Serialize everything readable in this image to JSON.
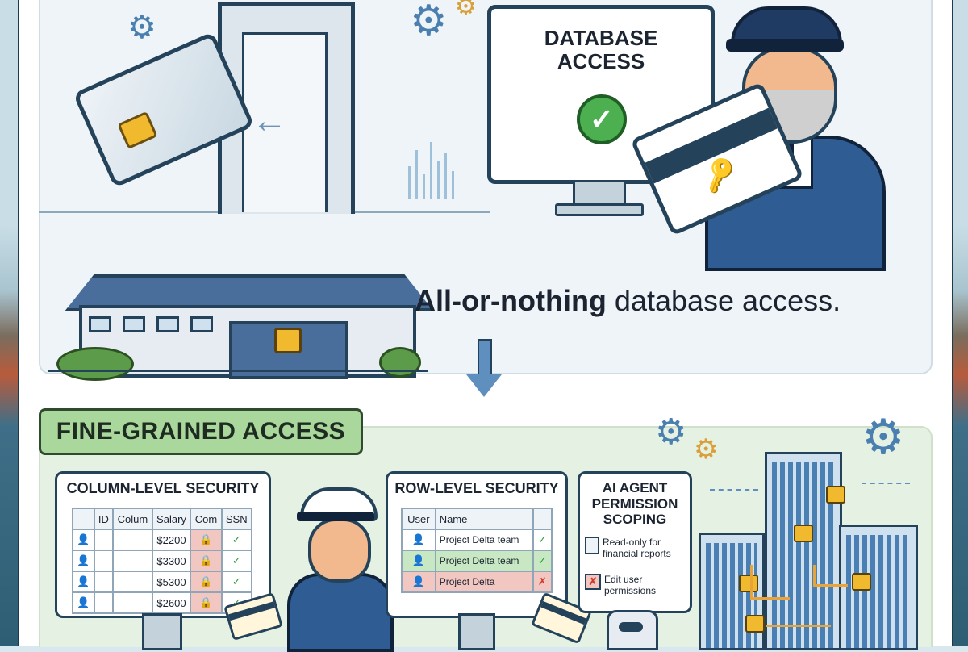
{
  "top": {
    "monitor_title": "DATABASE\nACCESS",
    "caption_bold": "All-or-nothing",
    "caption_rest": " database access."
  },
  "banner": {
    "label": "FINE-GRAINED ACCESS"
  },
  "column_security": {
    "title": "COLUMN-LEVEL SECURITY",
    "headers": [
      "",
      "ID",
      "Colum",
      "Salary",
      "Com",
      "SSN"
    ],
    "rows": [
      {
        "salary": "$2200"
      },
      {
        "salary": "$3300"
      },
      {
        "salary": "$5300"
      },
      {
        "salary": "$2600"
      }
    ]
  },
  "row_security": {
    "title": "ROW-LEVEL SECURITY",
    "headers": [
      "User",
      "Name",
      ""
    ],
    "rows": [
      {
        "name": "Project Delta team",
        "status": "allowed"
      },
      {
        "name": "Project Delta team",
        "status": "allowed"
      },
      {
        "name": "Project Delta",
        "status": "denied"
      }
    ]
  },
  "agent_scoping": {
    "title": "AI AGENT\nPERMISSION\nSCOPING",
    "permissions": [
      {
        "label": "Read-only for financial reports",
        "icon": "document-icon"
      },
      {
        "label": "Edit user permissions",
        "icon": "x-mark-icon"
      }
    ]
  },
  "colors": {
    "navy": "#24435a",
    "blue": "#4a6e9b",
    "green": "#4caf50",
    "red": "#d03a2e",
    "gold": "#f0b92e",
    "banner_green": "#a9d79c"
  }
}
